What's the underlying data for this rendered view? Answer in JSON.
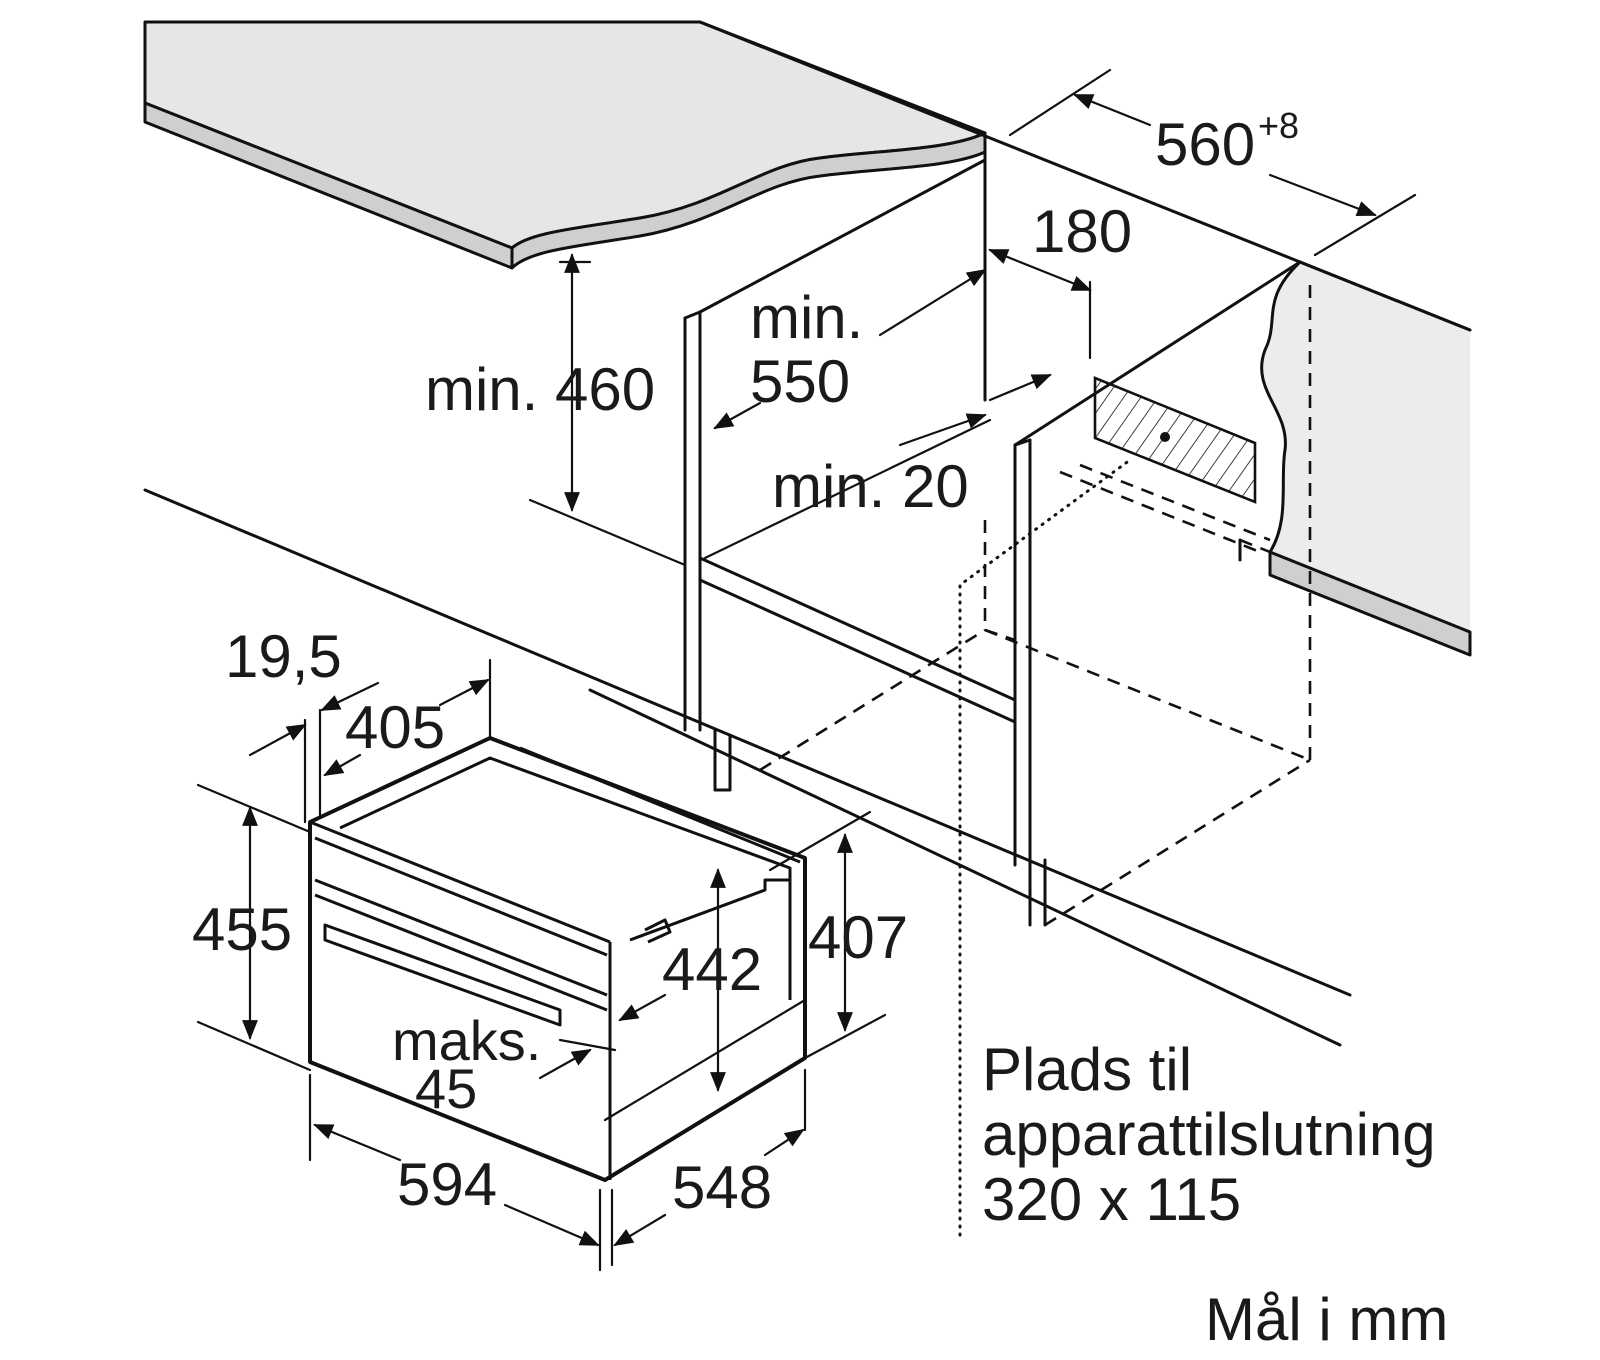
{
  "labels": {
    "width_560": "560",
    "width_560_tol": "+8",
    "d180": "180",
    "min460": "min. 460",
    "min550_a": "min.",
    "min550_b": "550",
    "min20": "min. 20",
    "d19_5": "19,5",
    "d405": "405",
    "d455": "455",
    "d442": "442",
    "d407": "407",
    "maks_a": "maks.",
    "maks_b": "45",
    "d594": "594",
    "d548": "548"
  },
  "note": {
    "line1": "Plads til",
    "line2": "apparattilslutning",
    "line3": "320 x 115"
  },
  "units": "Mål i mm"
}
